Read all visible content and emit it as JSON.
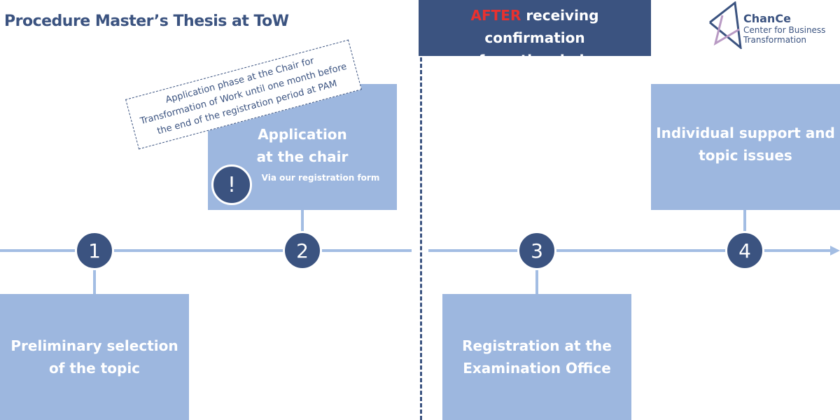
{
  "title": "Procedure Master’s Thesis at ToW",
  "header": {
    "highlight": "AFTER",
    "line1_rest": " receiving confirmation",
    "line2": "from the chair",
    "highlight_color": "#e8312f"
  },
  "logo": {
    "name": "ChanCe",
    "line1": "Center for Business",
    "line2": "Transformation"
  },
  "note": "Application phase at the Chair for Transformation of Work  until one month before the end of the registration period at PAM",
  "steps": [
    {
      "number": "1",
      "label": "Preliminary selection of the topic"
    },
    {
      "number": "2",
      "label_line1": "Application",
      "label_line2": "at the chair",
      "sub": "Via our registration form",
      "alert": "!"
    },
    {
      "number": "3",
      "label_line1": "Registration at the",
      "label_line2": "Examination Office"
    },
    {
      "number": "4",
      "label_line1": "Individual support and",
      "label_line2": "topic issues"
    }
  ],
  "colors": {
    "navy": "#3b5380",
    "box": "#9db7df",
    "line": "#a3bde3"
  }
}
